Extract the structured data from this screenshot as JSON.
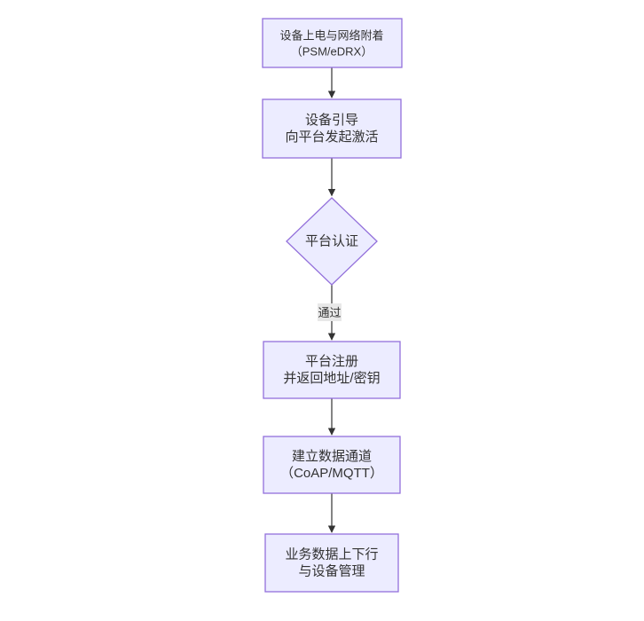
{
  "page": {
    "background": "#ffffff"
  },
  "diagram": {
    "type": "flowchart",
    "direction": "top-down",
    "colors": {
      "node_fill": "#ececff",
      "node_border": "#9370db",
      "node_text": "#333333",
      "edge_line": "#333333",
      "edge_label_text": "#333333",
      "edge_label_bg": "#e8e8e8"
    },
    "nodes": [
      {
        "id": "power-attach",
        "shape": "rectangle",
        "line1": "设备上电与网络附着",
        "line2": "（PSM/eDRX）"
      },
      {
        "id": "bootstrap",
        "shape": "rectangle",
        "line1": "设备引导",
        "line2": "向平台发起激活"
      },
      {
        "id": "platform-auth",
        "shape": "diamond",
        "line1": "平台认证",
        "line2": ""
      },
      {
        "id": "platform-register",
        "shape": "rectangle",
        "line1": "平台注册",
        "line2": "并返回地址/密钥"
      },
      {
        "id": "data-channel",
        "shape": "rectangle",
        "line1": "建立数据通道",
        "line2": "（CoAP/MQTT）"
      },
      {
        "id": "business-data",
        "shape": "rectangle",
        "line1": "业务数据上下行",
        "line2": "与设备管理"
      }
    ],
    "edges": [
      {
        "from": "power-attach",
        "to": "bootstrap",
        "label": ""
      },
      {
        "from": "bootstrap",
        "to": "platform-auth",
        "label": ""
      },
      {
        "from": "platform-auth",
        "to": "platform-register",
        "label": "通过"
      },
      {
        "from": "platform-register",
        "to": "data-channel",
        "label": ""
      },
      {
        "from": "data-channel",
        "to": "business-data",
        "label": ""
      }
    ]
  }
}
